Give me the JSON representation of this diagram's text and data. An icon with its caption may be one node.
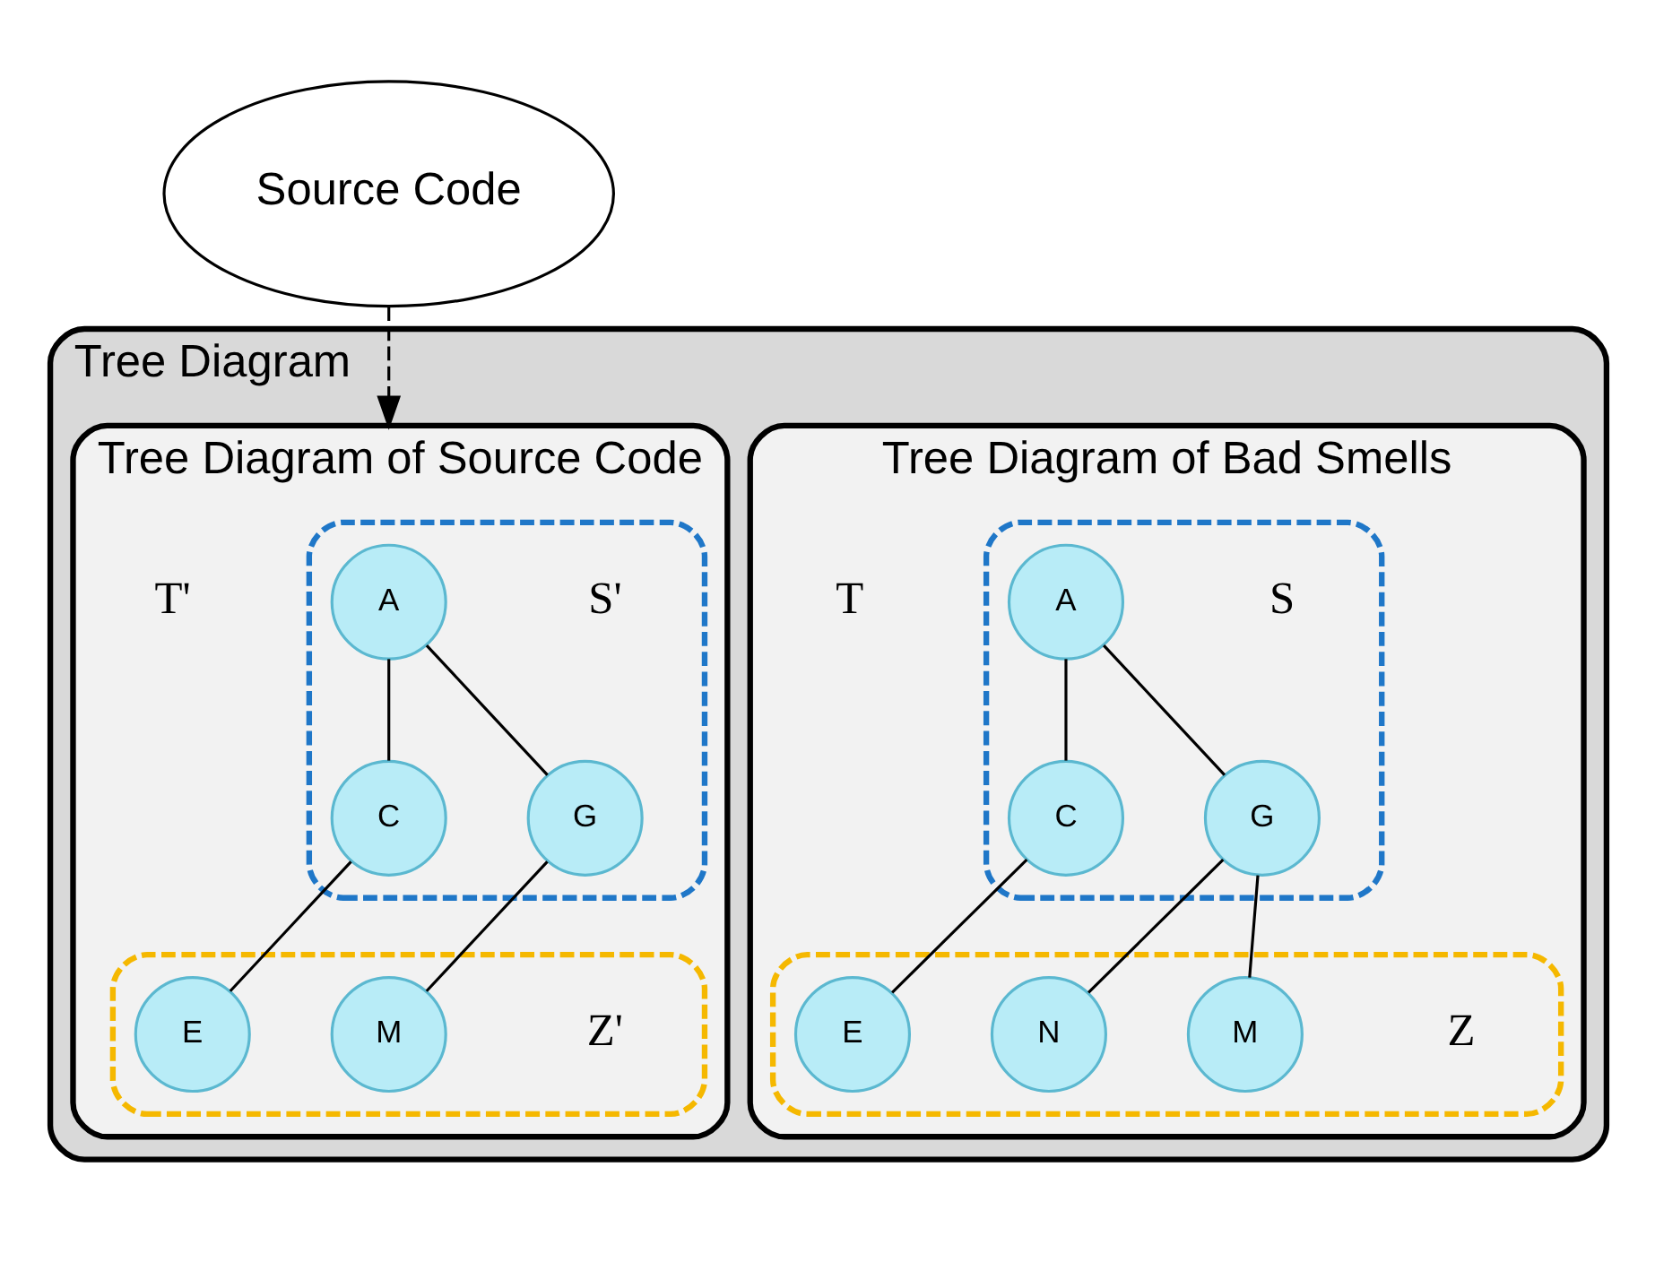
{
  "diagram": {
    "nodes": [
      {
        "text": [
          "Tree Diagram"
        ]
      },
      {
        "text": [
          "Tree Diagram of Bad Smells"
        ],
        "in": 0,
        "beside": [
          "T"
        ]
      },
      {
        "text": [],
        "shape": "ellipse",
        "in": 1,
        "beside": [
          "S"
        ]
      },
      {
        "text": [
          "A"
        ],
        "in": 2
      },
      {
        "text": [
          "C"
        ],
        "in": 2
      },
      {
        "text": [
          "G"
        ],
        "in": 2
      },
      {
        "text": [],
        "shape": "ellipse",
        "in": 1,
        "beside": [
          "Z"
        ]
      },
      {
        "text": [
          "E"
        ],
        "in": 6
      },
      {
        "text": [
          "M"
        ],
        "in": 6
      },
      {
        "text": [
          "N"
        ],
        "in": 6
      },
      {
        "text": [
          "Tree Diagram of Source Code"
        ],
        "in": 0,
        "beside": [
          "T'"
        ]
      },
      {
        "text": [],
        "shape": "ellipse",
        "in": 10,
        "beside": [
          "S'"
        ]
      },
      {
        "text": [
          "A"
        ],
        "in": 11
      },
      {
        "text": [
          "C"
        ],
        "in": 11
      },
      {
        "text": [
          "G"
        ],
        "in": 11
      },
      {
        "text": [],
        "shape": "ellipse",
        "in": 10,
        "beside": [
          "Z'"
        ]
      },
      {
        "text": [
          "E"
        ],
        "in": 15
      },
      {
        "text": [
          "M"
        ],
        "in": 15
      },
      {
        "text": [
          "Source Code"
        ]
      }
    ],
    "edges": [
      {
        "from": 3,
        "to": 4,
        "arrow": "none"
      },
      {
        "from": 3,
        "to": 5,
        "arrow": "none"
      },
      {
        "from": 4,
        "to": 7,
        "arrow": "none"
      },
      {
        "from": 5,
        "to": 8,
        "arrow": "none"
      },
      {
        "from": 5,
        "to": 9,
        "arrow": "none"
      },
      {
        "from": 12,
        "to": 13,
        "arrow": "none"
      },
      {
        "from": 12,
        "to": 14,
        "arrow": "none"
      },
      {
        "from": 13,
        "to": 16,
        "arrow": "none"
      },
      {
        "from": 14,
        "to": 17,
        "arrow": "none"
      },
      {
        "from": 18,
        "to": 10,
        "arrow": "to",
        "style": "dashed"
      }
    ]
  }
}
